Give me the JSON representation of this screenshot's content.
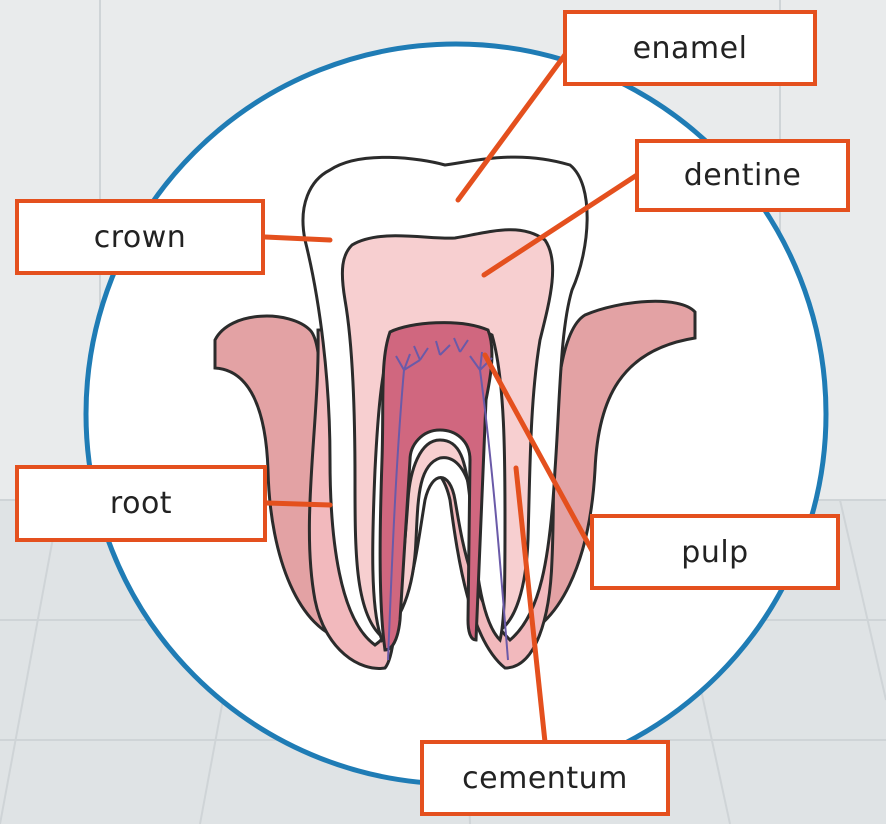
{
  "labels": {
    "enamel": "enamel",
    "dentine": "dentine",
    "crown": "crown",
    "root": "root",
    "pulp": "pulp",
    "cementum": "cementum"
  },
  "colors": {
    "background": "#e9ebec",
    "circle_fill": "#ffffff",
    "circle_stroke": "#1f7cb5",
    "label_border": "#e4501e",
    "leader_line": "#e4501e",
    "dentine": "#f7cfd0",
    "gum": "#e3a2a4",
    "pulp": "#cf5f7a",
    "nerve": "#6a5aa8"
  }
}
